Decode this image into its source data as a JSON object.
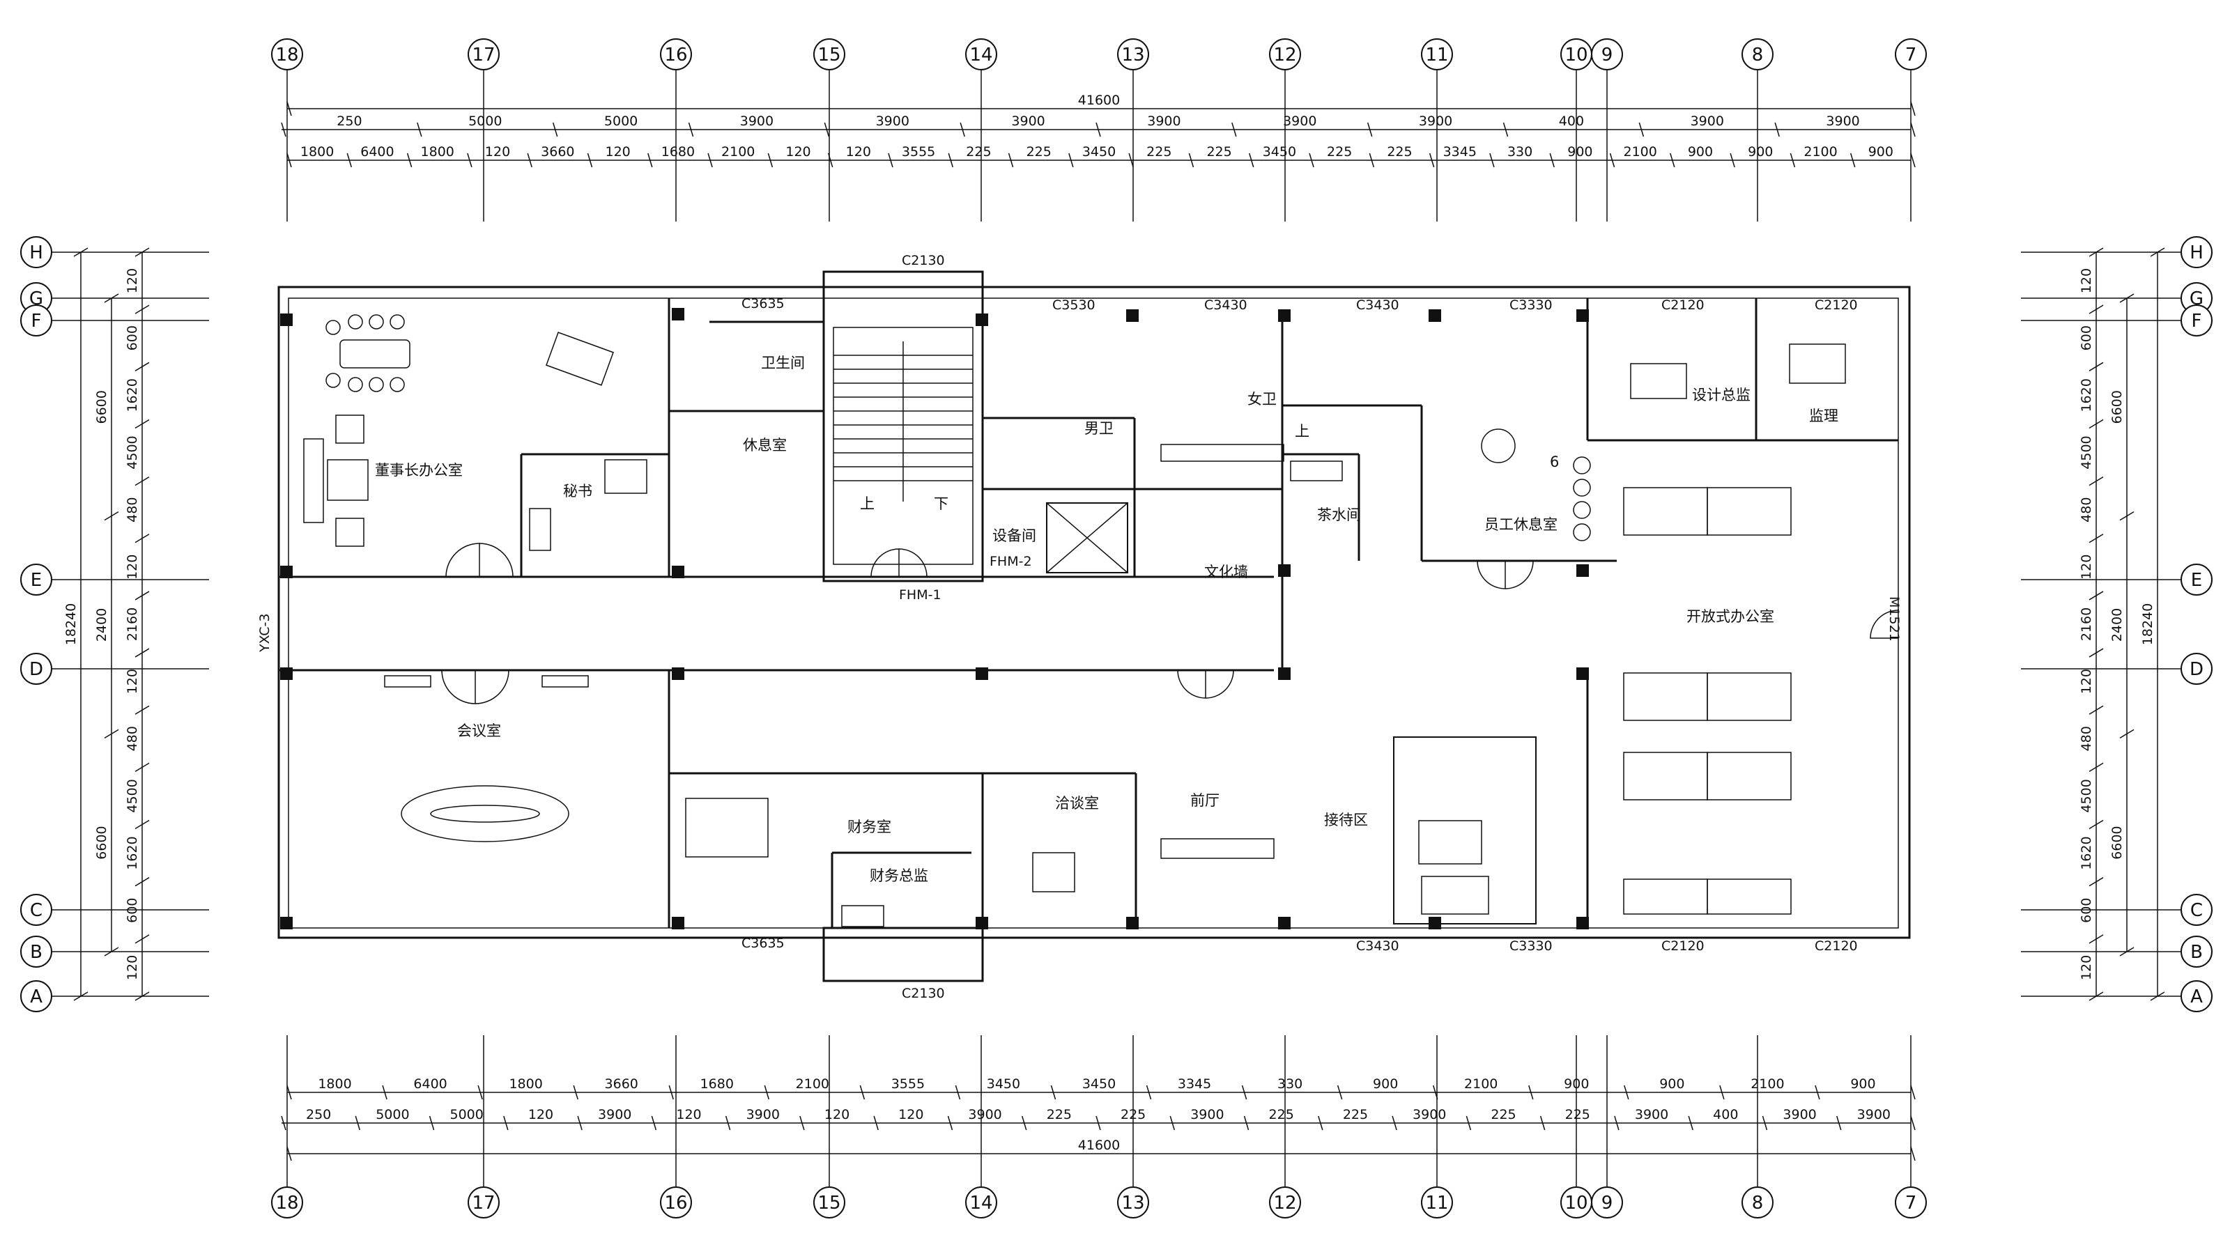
{
  "total_length": "41600",
  "total_depth": "18240",
  "axes_x": [
    "18",
    "17",
    "16",
    "15",
    "14",
    "13",
    "12",
    "11",
    "10",
    "9",
    "8",
    "7"
  ],
  "axes_y": [
    "H",
    "G",
    "F",
    "E",
    "D",
    "C",
    "B",
    "A"
  ],
  "dims_top_row1": [
    "250",
    "5000",
    "5000",
    "3900",
    "3900",
    "3900",
    "3900",
    "3900",
    "3900",
    "400",
    "3900",
    "3900"
  ],
  "dims_top_row2": [
    "1800",
    "6400",
    "1800",
    "120",
    "3660",
    "120",
    "1680",
    "2100",
    "120",
    "120",
    "3555",
    "225",
    "225",
    "3450",
    "225",
    "225",
    "3450",
    "225",
    "225",
    "3345",
    "330",
    "900",
    "2100",
    "900",
    "900",
    "2100",
    "900"
  ],
  "dims_bottom_row1": [
    "1800",
    "6400",
    "1800",
    "3660",
    "1680",
    "2100",
    "3555",
    "3450",
    "3450",
    "3345",
    "330",
    "900",
    "2100",
    "900",
    "900",
    "2100",
    "900"
  ],
  "dims_bottom_row2": [
    "250",
    "5000",
    "5000",
    "120",
    "3900",
    "120",
    "3900",
    "120",
    "120",
    "3900",
    "225",
    "225",
    "3900",
    "225",
    "225",
    "3900",
    "225",
    "225",
    "3900",
    "400",
    "3900",
    "3900"
  ],
  "dims_side_total": "18240",
  "dims_side_mid": [
    "6600",
    "2400",
    "6600"
  ],
  "dims_side_detail": [
    "120",
    "600",
    "1620",
    "4500",
    "480",
    "120",
    "2160",
    "120",
    "480",
    "4500",
    "1620",
    "600",
    "120"
  ],
  "windows": {
    "top": [
      "C3635",
      "C2130",
      "C3530",
      "C3430",
      "C3430",
      "C3330",
      "C2120",
      "C2120"
    ],
    "bottom": [
      "C3635",
      "C2130",
      "C3430",
      "C3330",
      "C2120",
      "C2120"
    ],
    "side": [
      "YXC-3",
      "M1521"
    ]
  },
  "doors": [
    "FHM-1",
    "FHM-2"
  ],
  "rooms": {
    "chairman": "董事长办公室",
    "secretary": "秘书",
    "toilet": "卫生间",
    "lounge": "休息室",
    "equipment": "设备间",
    "tea": "茶水间",
    "culture": "文化墙",
    "staff_rest": "员工休息室",
    "design_director": "设计总监",
    "supervisor": "监理",
    "open_office": "开放式办公室",
    "meeting": "会议室",
    "finance": "财务室",
    "finance_director": "财务总监",
    "negotiation": "洽谈室",
    "lobby": "前厅",
    "reception": "接待区",
    "women_wc": "女卫",
    "men_wc": "男卫",
    "stair_up": "上",
    "stair_down": "下",
    "up2": "上",
    "count_6": "6"
  }
}
